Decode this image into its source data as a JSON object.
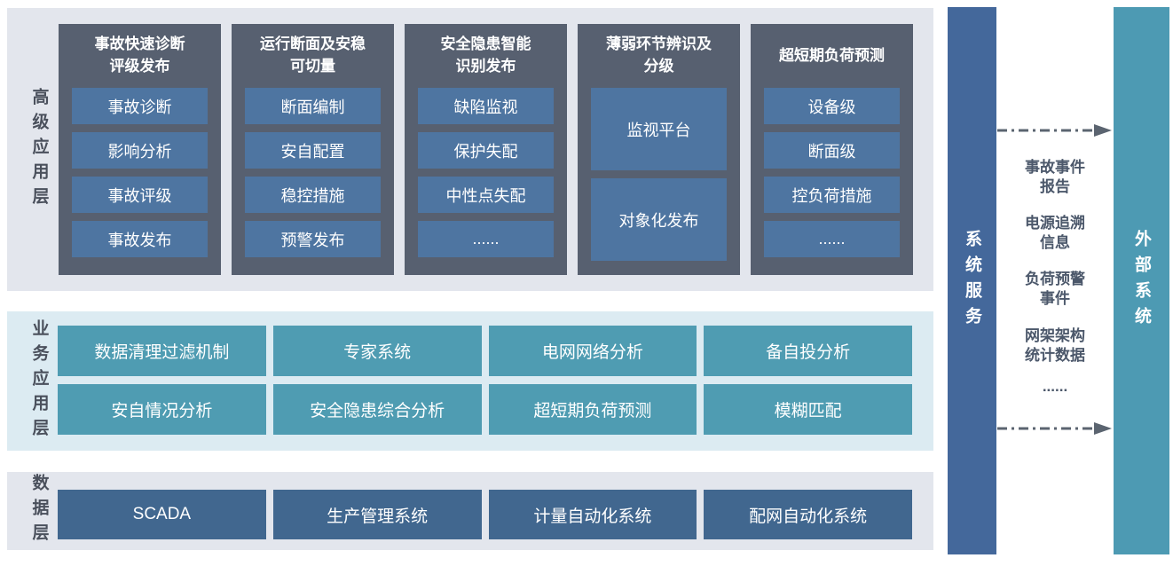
{
  "advanced_layer": {
    "label": "高级应用层",
    "groups": [
      {
        "title": "事故快速诊断\n评级发布",
        "items": [
          "事故诊断",
          "影响分析",
          "事故评级",
          "事故发布"
        ]
      },
      {
        "title": "运行断面及安稳\n可切量",
        "items": [
          "断面编制",
          "安自配置",
          "稳控措施",
          "预警发布"
        ]
      },
      {
        "title": "安全隐患智能\n识别发布",
        "items": [
          "缺陷监视",
          "保护失配",
          "中性点失配",
          "......"
        ]
      },
      {
        "title": "薄弱环节辨识及\n分级",
        "items": [
          "监视平台",
          "对象化发布"
        ]
      },
      {
        "title": "超短期负荷预测",
        "items": [
          "设备级",
          "断面级",
          "控负荷措施",
          "......"
        ]
      }
    ]
  },
  "business_layer": {
    "label": "业务应用层",
    "items": [
      "数据清理过滤机制",
      "专家系统",
      "电网网络分析",
      "备自投分析",
      "安自情况分析",
      "安全隐患综合分析",
      "超短期负荷预测",
      "模糊匹配"
    ]
  },
  "data_layer": {
    "label": "数据层",
    "items": [
      "SCADA",
      "生产管理系统",
      "计量自动化系统",
      "配网自动化系统"
    ]
  },
  "services_bar": {
    "label": "系统服务"
  },
  "external_bar": {
    "label": "外部系统"
  },
  "services_channel": {
    "items": [
      "事故事件\n报告",
      "电源追溯\n信息",
      "负荷预警\n事件",
      "网架架构\n统计数据"
    ],
    "dots": "......"
  },
  "colors": {
    "section_gray": "#e3e6ed",
    "section_blue": "#dcebf2",
    "group_background": "#576070",
    "group_item_blue": "#4e75a1",
    "business_item_teal": "#4f9cb2",
    "data_item_blue": "#41678f",
    "services_bar_blue": "#44689b",
    "external_bar_teal": "#4d9ab3",
    "side_label_text": "#4a505c",
    "channel_text": "#4c586b",
    "arrow_gray": "#5b6470"
  }
}
